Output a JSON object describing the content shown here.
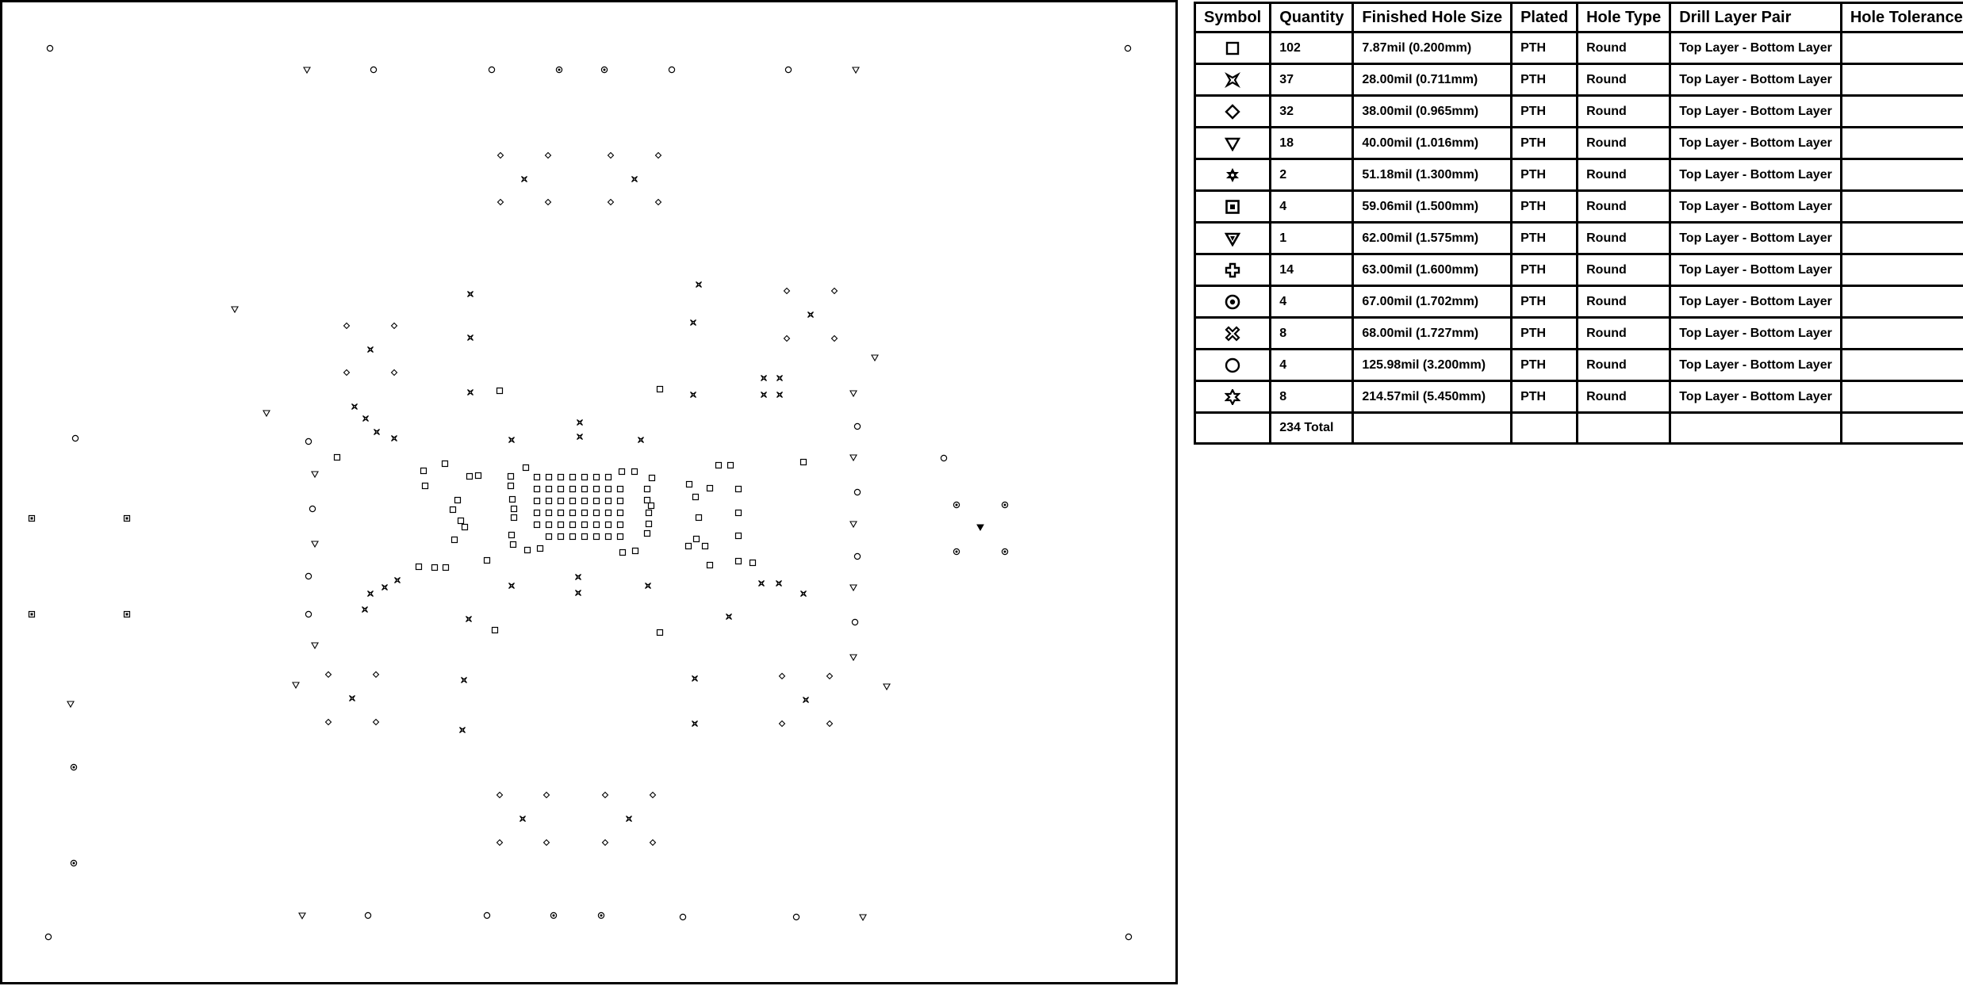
{
  "drill_table": {
    "headers": {
      "symbol": "Symbol",
      "quantity": "Quantity",
      "finished_hole_size": "Finished Hole Size",
      "plated": "Plated",
      "hole_type": "Hole Type",
      "drill_layer_pair": "Drill Layer Pair",
      "hole_tolerance": "Hole Tolerance"
    },
    "rows": [
      {
        "symbol": "square",
        "quantity": "102",
        "size": "7.87mil (0.200mm)",
        "plated": "PTH",
        "hole_type": "Round",
        "layer_pair": "Top Layer - Bottom Layer",
        "tolerance": ""
      },
      {
        "symbol": "hourglass-x",
        "quantity": "37",
        "size": "28.00mil (0.711mm)",
        "plated": "PTH",
        "hole_type": "Round",
        "layer_pair": "Top Layer - Bottom Layer",
        "tolerance": ""
      },
      {
        "symbol": "diamond",
        "quantity": "32",
        "size": "38.00mil (0.965mm)",
        "plated": "PTH",
        "hole_type": "Round",
        "layer_pair": "Top Layer - Bottom Layer",
        "tolerance": ""
      },
      {
        "symbol": "triangle-down",
        "quantity": "18",
        "size": "40.00mil (1.016mm)",
        "plated": "PTH",
        "hole_type": "Round",
        "layer_pair": "Top Layer - Bottom Layer",
        "tolerance": ""
      },
      {
        "symbol": "star-filled",
        "quantity": "2",
        "size": "51.18mil (1.300mm)",
        "plated": "PTH",
        "hole_type": "Round",
        "layer_pair": "Top Layer - Bottom Layer",
        "tolerance": ""
      },
      {
        "symbol": "square-double",
        "quantity": "4",
        "size": "59.06mil (1.500mm)",
        "plated": "PTH",
        "hole_type": "Round",
        "layer_pair": "Top Layer - Bottom Layer",
        "tolerance": ""
      },
      {
        "symbol": "triangle-double",
        "quantity": "1",
        "size": "62.00mil (1.575mm)",
        "plated": "PTH",
        "hole_type": "Round",
        "layer_pair": "Top Layer - Bottom Layer",
        "tolerance": ""
      },
      {
        "symbol": "cross-outline",
        "quantity": "14",
        "size": "63.00mil (1.600mm)",
        "plated": "PTH",
        "hole_type": "Round",
        "layer_pair": "Top Layer - Bottom Layer",
        "tolerance": ""
      },
      {
        "symbol": "circle-double",
        "quantity": "4",
        "size": "67.00mil (1.702mm)",
        "plated": "PTH",
        "hole_type": "Round",
        "layer_pair": "Top Layer - Bottom Layer",
        "tolerance": ""
      },
      {
        "symbol": "x-outline",
        "quantity": "8",
        "size": "68.00mil (1.727mm)",
        "plated": "PTH",
        "hole_type": "Round",
        "layer_pair": "Top Layer - Bottom Layer",
        "tolerance": ""
      },
      {
        "symbol": "circle",
        "quantity": "4",
        "size": "125.98mil (3.200mm)",
        "plated": "PTH",
        "hole_type": "Round",
        "layer_pair": "Top Layer - Bottom Layer",
        "tolerance": ""
      },
      {
        "symbol": "star-outline",
        "quantity": "8",
        "size": "214.57mil (5.450mm)",
        "plated": "PTH",
        "hole_type": "Round",
        "layer_pair": "Top Layer - Bottom Layer",
        "tolerance": ""
      }
    ],
    "total": "234 Total"
  }
}
